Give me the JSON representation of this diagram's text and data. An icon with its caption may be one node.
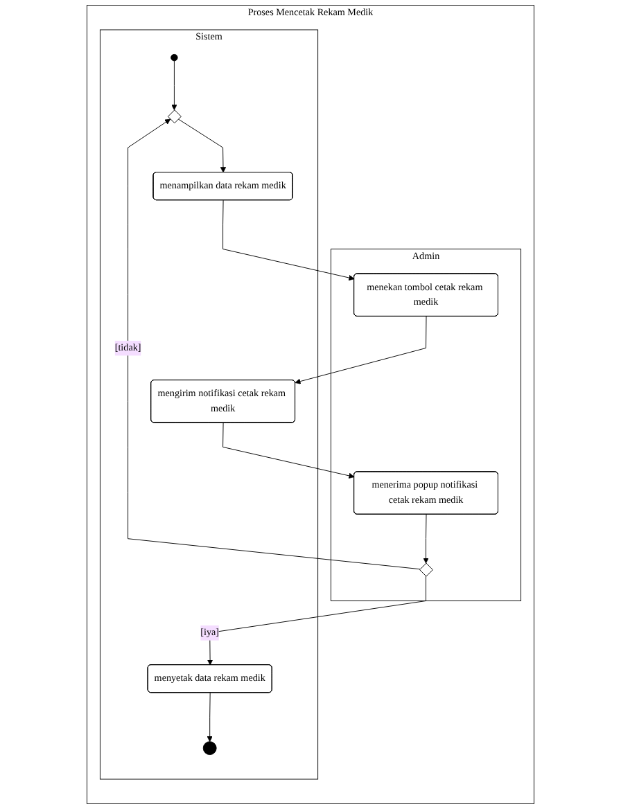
{
  "diagram": {
    "nodes": [
      {
        "text": [
          "Proses Mencetak Rekam Medik"
        ]
      },
      {
        "text": [
          "Admin"
        ],
        "in": 0
      },
      {
        "text": [
          "Sistem"
        ],
        "in": 0
      },
      {
        "text": [],
        "shape": "circle",
        "in": 2
      },
      {
        "text": [],
        "shape": "diamond",
        "in": 2
      },
      {
        "text": [
          "menampilkan data rekam medik"
        ],
        "in": 2
      },
      {
        "text": [
          "menekan tombol cetak rekam medik"
        ],
        "in": 1
      },
      {
        "text": [
          "mengirim notifikasi cetak rekam medik"
        ],
        "in": 2
      },
      {
        "text": [
          "menerima popup notifikasi cetak rekam medik"
        ],
        "in": 1
      },
      {
        "text": [],
        "shape": "diamond",
        "in": 1
      },
      {
        "text": [
          "menyetak data rekam medik"
        ],
        "in": 2
      },
      {
        "text": [],
        "shape": "bullseye",
        "in": 2
      }
    ],
    "edges": [
      {
        "from": 3,
        "to": 4,
        "arrow": "to"
      },
      {
        "from": 4,
        "to": 5,
        "arrow": "to"
      },
      {
        "from": 5,
        "to": 6,
        "arrow": "to"
      },
      {
        "from": 6,
        "to": 7,
        "arrow": "to"
      },
      {
        "from": 7,
        "to": 8,
        "arrow": "to"
      },
      {
        "from": 8,
        "to": 9,
        "arrow": "to"
      },
      {
        "from": 9,
        "to": 4,
        "label": "[tidak]",
        "arrow": "to"
      },
      {
        "from": 9,
        "to": 10,
        "label": "[iya]",
        "arrow": "to"
      },
      {
        "from": 10,
        "to": 11,
        "arrow": "to"
      }
    ]
  }
}
